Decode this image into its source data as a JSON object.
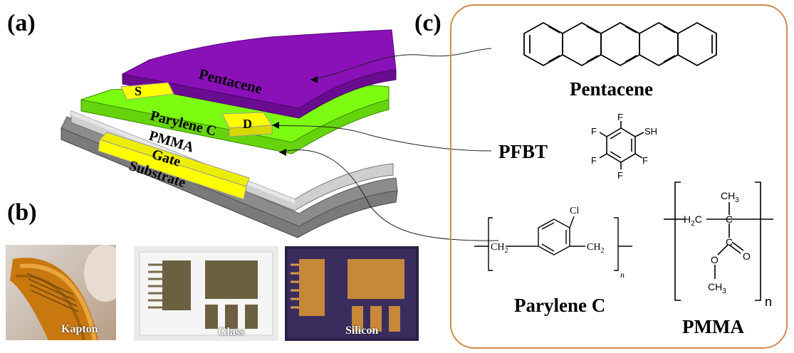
{
  "panels": {
    "a": "(a)",
    "b": "(b)",
    "c": "(c)"
  },
  "device_layers": {
    "pentacene": "Pentacene",
    "source": "S",
    "drain": "D",
    "parylene": "Parylene C",
    "pmma": "PMMA",
    "gate": "Gate",
    "substrate": "Substrate"
  },
  "photos": {
    "kapton": "Kapton",
    "glass": "Glass",
    "silicon": "Silicon"
  },
  "structures": {
    "pentacene_name": "Pentacene",
    "pfbt_name": "PFBT",
    "parylene_name": "Parylene C",
    "pmma_name": "PMMA",
    "pfbt_atoms": {
      "f": "F",
      "sh": "SH"
    },
    "parylene_atoms": {
      "cl": "Cl",
      "ch2": "CH",
      "sub2": "2",
      "n": "n"
    },
    "pmma_atoms": {
      "ch3": "CH",
      "sub3": "3",
      "h2c": "H",
      "sub2": "2",
      "c": "C",
      "o": "O",
      "n": "n"
    }
  },
  "colors": {
    "pentacene": "#8a10b8",
    "parylene": "#7cfc10",
    "pmma": "#d4d4d4",
    "substrate": "#7a7a7a",
    "electrode": "#ffff00",
    "frame": "#d08a4a"
  }
}
